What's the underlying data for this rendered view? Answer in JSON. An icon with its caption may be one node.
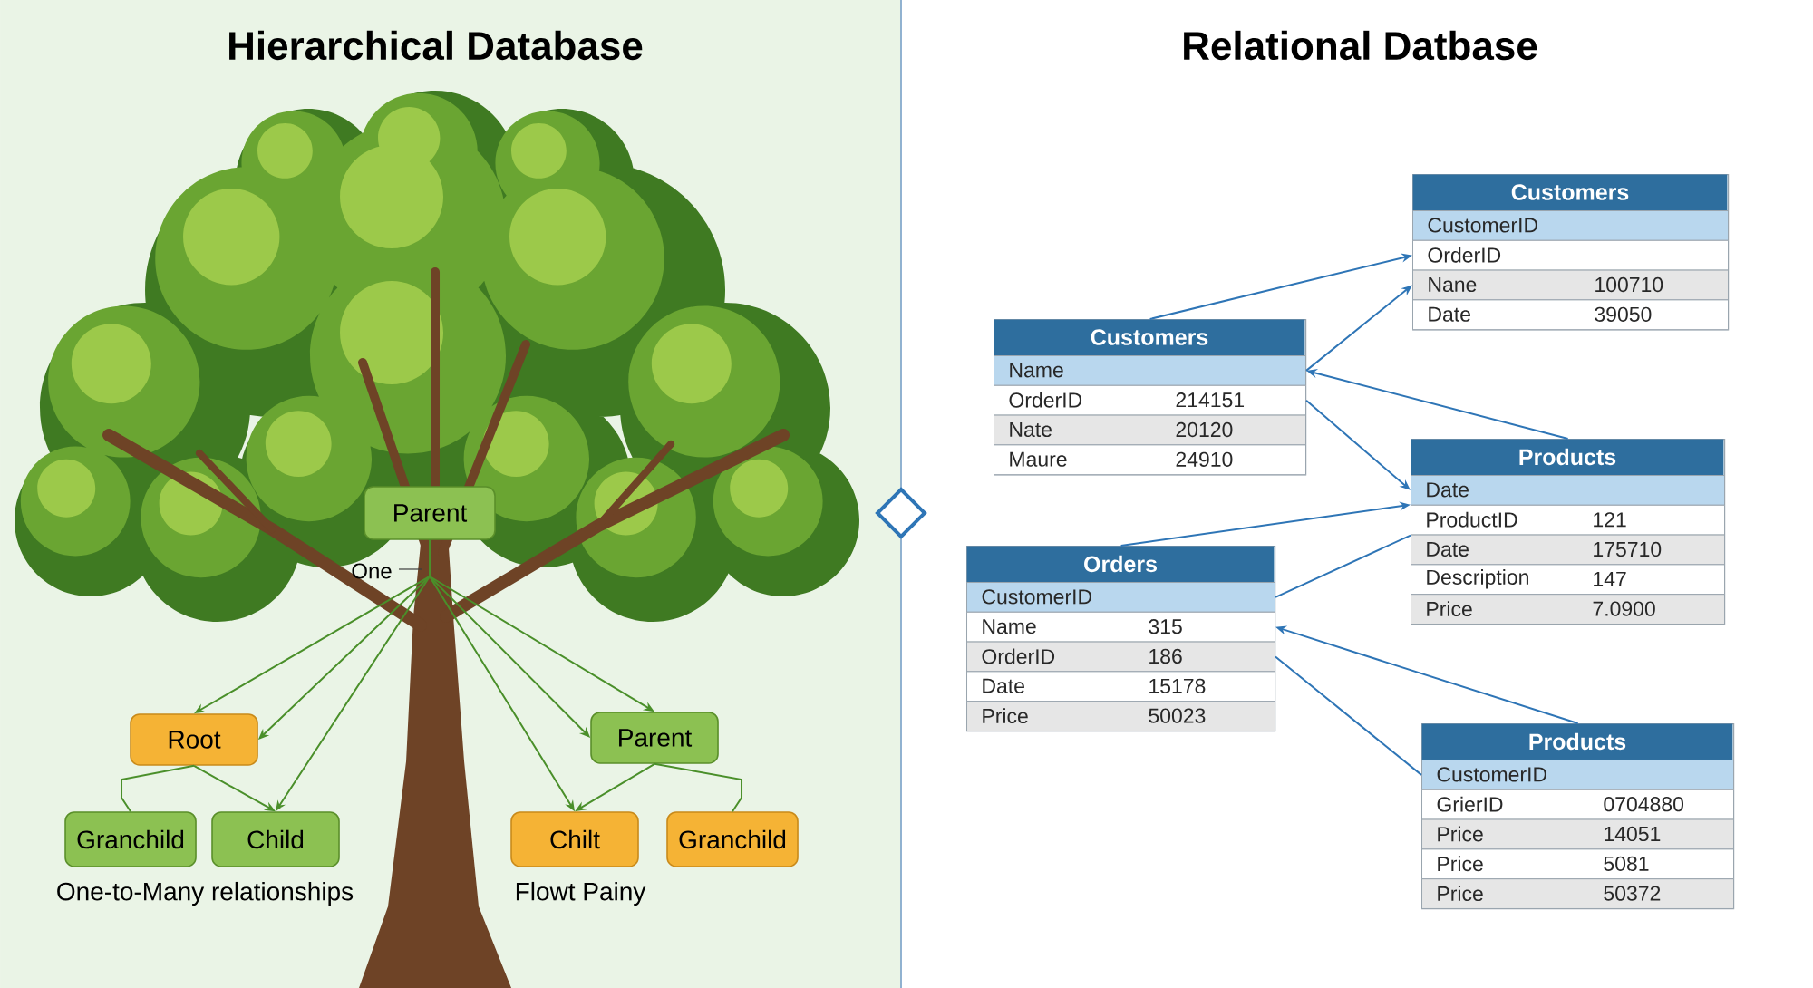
{
  "diagram": {
    "title": "Hierarchical Database",
    "nodes": [
      {
        "text": [
          "Parent"
        ]
      },
      {
        "text": [
          "Root"
        ]
      },
      {
        "text": [
          "Parent"
        ]
      },
      {
        "text": [
          "Granchild"
        ]
      },
      {
        "text": [
          "Child"
        ]
      },
      {
        "text": [
          "Chilt"
        ]
      },
      {
        "text": [
          "Granchild"
        ]
      },
      {
        "text": [
          "Customers"
        ]
      },
      {
        "text": [
          "Name"
        ],
        "in": 7
      },
      {
        "text": [
          "OrderID",
          "214151"
        ],
        "in": 7
      },
      {
        "text": [
          "Nate",
          "20120"
        ],
        "in": 7
      },
      {
        "text": [
          "Maure",
          "24910"
        ],
        "in": 7
      },
      {
        "text": [
          "Customers"
        ]
      },
      {
        "text": [
          "CustomerID"
        ],
        "in": 12
      },
      {
        "text": [
          "OrderID"
        ],
        "in": 12
      },
      {
        "text": [
          "Nane",
          "100710"
        ],
        "in": 12
      },
      {
        "text": [
          "Date",
          "39050"
        ],
        "in": 12
      },
      {
        "text": [
          "Products"
        ]
      },
      {
        "text": [
          "Date"
        ],
        "in": 17
      },
      {
        "text": [
          "ProductID",
          "121"
        ],
        "in": 17
      },
      {
        "text": [
          "Date",
          "175710"
        ],
        "in": 17
      },
      {
        "text": [
          "Description",
          "147"
        ],
        "in": 17
      },
      {
        "text": [
          "Price",
          "7.0900"
        ],
        "in": 17
      },
      {
        "text": [
          "Orders"
        ]
      },
      {
        "text": [
          "CustomerID"
        ],
        "in": 23
      },
      {
        "text": [
          "Name",
          "315"
        ],
        "in": 23
      },
      {
        "text": [
          "OrderID",
          "186"
        ],
        "in": 23
      },
      {
        "text": [
          "Date",
          "15178"
        ],
        "in": 23
      },
      {
        "text": [
          "Price",
          "50023"
        ],
        "in": 23
      },
      {
        "text": [
          "Products"
        ]
      },
      {
        "text": [
          "CustomerID"
        ],
        "in": 29
      },
      {
        "text": [
          "GrierID",
          "0704880"
        ],
        "in": 29
      },
      {
        "text": [
          "Price",
          "14051"
        ],
        "in": 29
      },
      {
        "text": [
          "Price",
          "5081"
        ],
        "in": 29
      },
      {
        "text": [
          "Price",
          "50372"
        ],
        "in": 29
      }
    ],
    "edges": [
      {
        "from": 0,
        "to": 1,
        "arrow": "to"
      },
      {
        "from": 0,
        "to": 1,
        "arrow": "to"
      },
      {
        "from": 0,
        "to": 4,
        "arrow": "to"
      },
      {
        "from": 0,
        "to": 5,
        "arrow": "to"
      },
      {
        "from": 0,
        "to": 2,
        "arrow": "to"
      },
      {
        "from": 0,
        "to": 2,
        "arrow": "to"
      },
      {
        "from": 1,
        "to": 3,
        "arrow": "none"
      },
      {
        "from": 1,
        "to": 4,
        "arrow": "to"
      },
      {
        "from": 2,
        "to": 5,
        "arrow": "to"
      },
      {
        "from": 2,
        "to": 6,
        "arrow": "none"
      },
      {
        "from": 7,
        "to": 14,
        "arrow": "to",
        "color": "#2e75b6"
      },
      {
        "from": 8,
        "to": 15,
        "arrow": "to",
        "color": "#2e75b6"
      },
      {
        "from": 17,
        "to": 8,
        "arrow": "to",
        "color": "#2e75b6"
      },
      {
        "from": 9,
        "to": 18,
        "arrow": "to",
        "color": "#2e75b6"
      },
      {
        "from": 23,
        "to": 19,
        "arrow": "to",
        "color": "#2e75b6"
      },
      {
        "from": 24,
        "to": 19,
        "arrow": "none",
        "color": "#2e75b6"
      },
      {
        "from": 29,
        "to": 25,
        "arrow": "to",
        "color": "#2e75b6"
      },
      {
        "from": 26,
        "to": 30,
        "arrow": "none",
        "color": "#2e75b6"
      }
    ],
    "labels": [
      "Relational Datbase",
      "One",
      "One-to-Many relationships",
      "Flowt Painy"
    ]
  }
}
